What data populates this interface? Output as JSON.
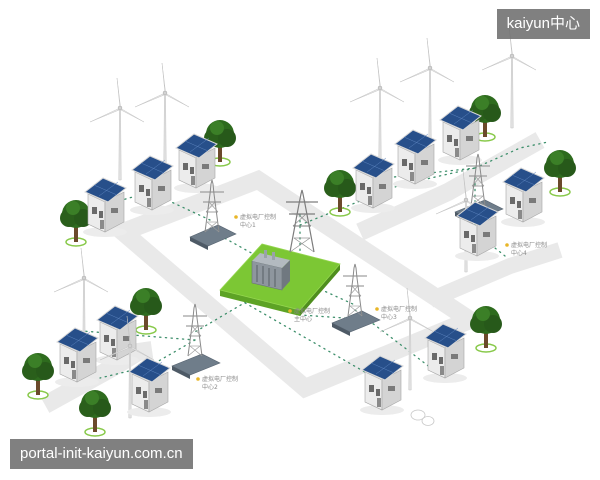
{
  "watermark_top": "kaiyun中心",
  "watermark_bottom": "portal-init-kaiyun.com.cn",
  "nodes": {
    "sub1": {
      "line1": "虚拟电厂控制",
      "line2": "中心1"
    },
    "sub2": {
      "line1": "虚拟电厂控制",
      "line2": "中心2"
    },
    "sub3": {
      "line1": "虚拟电厂控制",
      "line2": "中心3"
    },
    "sub4": {
      "line1": "虚拟电厂控制",
      "line2": "中心4"
    },
    "main": {
      "line1": "虚拟电厂控制",
      "line2": "主中心"
    }
  },
  "colors": {
    "road": "#e9e9e9",
    "platform": "#7cc734",
    "roof": "#2f5d9e",
    "tree": "#2e6b1e",
    "dots": "#3d8f6b"
  }
}
